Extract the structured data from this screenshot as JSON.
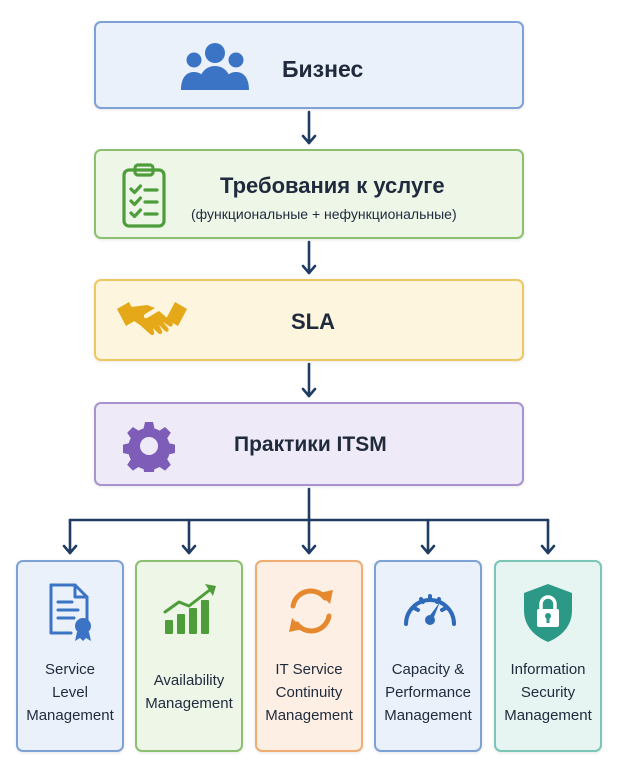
{
  "colors": {
    "arrow": "#1f3d63",
    "business_bg": "#eaf1fb",
    "business_border": "#7ea2d6",
    "business_icon": "#3b74c4",
    "req_bg": "#eef6e8",
    "req_border": "#8cc070",
    "req_icon": "#4e9d3a",
    "sla_bg": "#fdf5dd",
    "sla_border": "#ecc862",
    "sla_icon": "#e5a818",
    "itsm_bg": "#efeaf7",
    "itsm_border": "#a993cf",
    "itsm_icon": "#7e5db8"
  },
  "levels": {
    "business": {
      "title": "Бизнес",
      "icon": "people-icon"
    },
    "requirements": {
      "title": "Требования к услуге",
      "subtitle": "(функциональные + нефункциональные)",
      "icon": "clipboard-checklist-icon"
    },
    "sla": {
      "title": "SLA",
      "icon": "handshake-icon"
    },
    "itsm": {
      "title": "Практики ITSM",
      "icon": "gear-icon"
    }
  },
  "practices": [
    {
      "label": "Service\nLevel\nManagement",
      "icon": "certificate-icon",
      "bg": "#eaf1fb",
      "border": "#7ea2d6",
      "icon_color": "#3b74c4"
    },
    {
      "label": "Availability\nManagement",
      "icon": "growth-chart-icon",
      "bg": "#eef6e8",
      "border": "#8cc070",
      "icon_color": "#4e9d3a"
    },
    {
      "label": "IT Service\nContinuity\nManagement",
      "icon": "cycle-arrows-icon",
      "bg": "#fdefe3",
      "border": "#efad74",
      "icon_color": "#e6892e"
    },
    {
      "label": "Capacity &\nPerformance\nManagement",
      "icon": "speedometer-icon",
      "bg": "#eaf1fb",
      "border": "#7ea2d6",
      "icon_color": "#2f6ab8"
    },
    {
      "label": "Information\nSecurity\nManagement",
      "icon": "shield-lock-icon",
      "bg": "#e6f5f2",
      "border": "#7cc5b7",
      "icon_color": "#2b9985"
    }
  ]
}
